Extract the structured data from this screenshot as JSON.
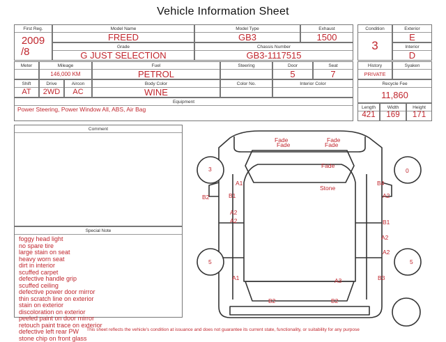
{
  "title": "Vehicle Information Sheet",
  "first_reg": {
    "label": "First Reg.",
    "year": "2009",
    "month": "/8"
  },
  "model_name": {
    "label": "Model Name",
    "value": "FREED"
  },
  "model_type": {
    "label": "Model Type",
    "value": "GB3"
  },
  "exhaust": {
    "label": "Exhaust",
    "value": "1500"
  },
  "grade": {
    "label": "Grade",
    "value": "G JUST SELECTION"
  },
  "chassis": {
    "label": "Chassis Number",
    "value": "GB3-1117515"
  },
  "condition": {
    "label": "Condition",
    "value": "3"
  },
  "exterior": {
    "label": "Exterior",
    "value": "E"
  },
  "interior": {
    "label": "Interior",
    "value": "D"
  },
  "meter": {
    "label": "Meter",
    "value": ""
  },
  "mileage": {
    "label": "Mileage",
    "value": "146,000 KM"
  },
  "fuel": {
    "label": "Fuel",
    "value": "PETROL"
  },
  "steering": {
    "label": "Steering",
    "value": ""
  },
  "door": {
    "label": "Door",
    "value": "5"
  },
  "seat": {
    "label": "Seat",
    "value": "7"
  },
  "history": {
    "label": "History",
    "value": "PRIVATE"
  },
  "syaken": {
    "label": "Syaken",
    "value": ""
  },
  "shift": {
    "label": "Shift",
    "value": "AT"
  },
  "drive": {
    "label": "Drive",
    "value": "2WD"
  },
  "aircon": {
    "label": "Aircon",
    "value": "AC"
  },
  "body_color": {
    "label": "Body Color",
    "value": "WINE"
  },
  "color_no": {
    "label": "Color No.",
    "value": ""
  },
  "interior_color": {
    "label": "Interior Color",
    "value": ""
  },
  "recycle_fee": {
    "label": "Recycle Fee",
    "value": "11,860"
  },
  "equipment": {
    "label": "Equipment",
    "value": "Power Steering, Power Window  All, ABS, Air Bag"
  },
  "dimensions": {
    "length_label": "Length",
    "width_label": "Width",
    "height_label": "Height",
    "length": "421",
    "width": "169",
    "height": "171"
  },
  "comment": {
    "label": "Comment"
  },
  "special_note": {
    "label": "Special Note",
    "items": [
      "foggy head light",
      "no spare tire",
      "large stain on seat",
      "heavy worn seat",
      "dirt in interior",
      "scuffed carpet",
      "defective handle grip",
      "scuffed ceiling",
      "defective power door mirror",
      "thin scratch line on exterior",
      "stain on exterior",
      "discoloration on exterior",
      "peeled paint on door mirror",
      "retouch paint trace on exterior",
      "defective left rear PW",
      "stone chip on front glass"
    ]
  },
  "diagram": {
    "fade1": "Fade",
    "fade2": "Fade",
    "fade3": "Fade",
    "fade4": "Fade",
    "fade5": "Fade",
    "stone": "Stone",
    "wheel_fl": "3",
    "wheel_fr": "0",
    "wheel_rl": "5",
    "wheel_rr": "5",
    "a1_top": "A1",
    "b4": "B4",
    "b2_left": "B2",
    "b1_left": "B1",
    "a2_left1": "A2",
    "a2_left2": "A2",
    "a2_right1": "A2",
    "b1_right": "B1",
    "a2_right2": "A2",
    "a2_right3": "A2",
    "a1_bottom": "A1",
    "a3": "A3",
    "b3": "B3",
    "b2_rear1": "B2",
    "b2_rear2": "B2"
  },
  "footer": "This sheet reflects the vehicle's condition at issuance and does not guarantee its current state, functionality, or suitability for any purpose"
}
